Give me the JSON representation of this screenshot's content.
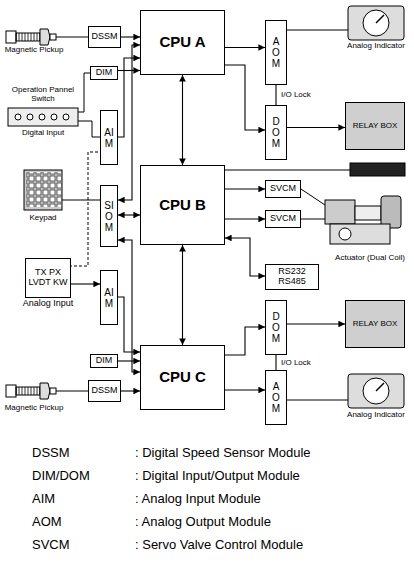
{
  "diagram": {
    "nodes": [
      {
        "text": [
          "DSSM"
        ]
      },
      {
        "text": [
          "DIM"
        ]
      },
      {
        "text": [
          "AIM"
        ]
      },
      {
        "text": [
          "SIOM"
        ]
      },
      {
        "text": [
          "TX PX LVDT KW",
          "Analog Input"
        ]
      },
      {
        "text": [
          "AIM"
        ]
      },
      {
        "text": [
          "DIM"
        ]
      },
      {
        "text": [
          "DSSM"
        ]
      },
      {
        "text": [
          "CPU A"
        ]
      },
      {
        "text": [
          "CPU B"
        ]
      },
      {
        "text": [
          "CPU C"
        ]
      },
      {
        "text": [
          "AOM"
        ]
      },
      {
        "text": [
          "DOM"
        ]
      },
      {
        "text": [
          "SVCM"
        ]
      },
      {
        "text": [
          "SVCM"
        ]
      },
      {
        "text": [
          "RS232 RS485"
        ]
      },
      {
        "text": [
          "DOM"
        ]
      },
      {
        "text": [
          "AOM"
        ]
      },
      {
        "text": [
          "RELAY BOX"
        ]
      },
      {
        "text": [
          "RELAY BOX"
        ]
      }
    ],
    "edges": [
      {
        "from": 0,
        "to": 8,
        "arrow": "to"
      },
      {
        "from": 1,
        "to": 8,
        "arrow": "to"
      },
      {
        "from": 2,
        "to": 8,
        "arrow": "to"
      },
      {
        "from": 3,
        "to": 8,
        "arrow": "both"
      },
      {
        "from": 3,
        "to": 9,
        "arrow": "both"
      },
      {
        "from": 3,
        "to": 10,
        "arrow": "both"
      },
      {
        "from": 4,
        "to": 5,
        "arrow": "to"
      },
      {
        "from": 5,
        "to": 10,
        "arrow": "to"
      },
      {
        "from": 6,
        "to": 10,
        "arrow": "to"
      },
      {
        "from": 7,
        "to": 10,
        "arrow": "to"
      },
      {
        "from": 8,
        "to": 9,
        "arrow": "both"
      },
      {
        "from": 9,
        "to": 10,
        "arrow": "both"
      },
      {
        "from": 8,
        "to": 11,
        "arrow": "to"
      },
      {
        "from": 8,
        "to": 12,
        "arrow": "to"
      },
      {
        "from": 11,
        "to": 12,
        "label": "I/O Lock",
        "arrow": "none"
      },
      {
        "from": 9,
        "to": 13,
        "arrow": "to"
      },
      {
        "from": 9,
        "to": 14,
        "arrow": "to"
      },
      {
        "from": 9,
        "to": 15,
        "arrow": "both"
      },
      {
        "from": 10,
        "to": 16,
        "arrow": "to"
      },
      {
        "from": 10,
        "to": 17,
        "arrow": "to"
      },
      {
        "from": 17,
        "to": 16,
        "label": "I/O Lock",
        "arrow": "none"
      },
      {
        "from": 12,
        "to": 18,
        "arrow": "to"
      },
      {
        "from": 16,
        "to": 19,
        "arrow": "to"
      }
    ],
    "labels": [
      "Magnetic Pickup",
      "Operation Pannel Switch",
      "Digital Input",
      "Keypad",
      "Analog Indicator",
      "Actuator (Dual Coil)",
      "Analog Indicator",
      "Magnetic Pickup",
      "DSSM",
      ": Digital Speed Sensor Module",
      "DIM/DOM",
      ": Digital Input/Output Module",
      "AIM",
      ": Analog Input Module",
      "AOM",
      ": Analog Output Module",
      "SVCM",
      ": Servo Valve Control Module"
    ]
  }
}
